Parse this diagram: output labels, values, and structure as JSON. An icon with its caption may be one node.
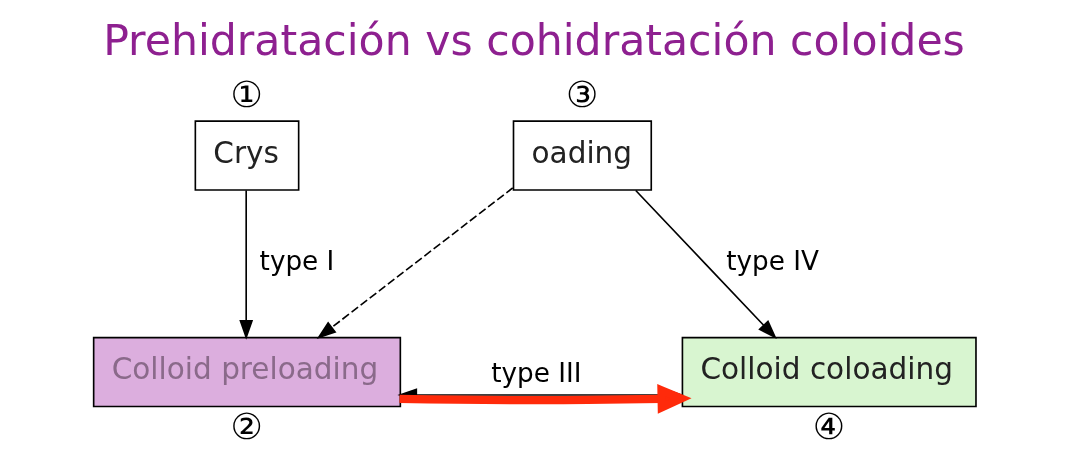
{
  "diagram": {
    "title": "Prehidratación vs cohidratación coloides",
    "nodes": [
      {
        "text": [
          "Crys"
        ],
        "beside": [
          "①"
        ]
      },
      {
        "text": [
          "oading"
        ],
        "beside": [
          "③"
        ]
      },
      {
        "text": [
          "Colloid preloading"
        ],
        "beside": [
          "②"
        ]
      },
      {
        "text": [
          "Colloid coloading"
        ],
        "beside": [
          "④"
        ]
      }
    ],
    "edges": [
      {
        "from": 0,
        "to": 2,
        "arrow": "to",
        "label": "type I"
      },
      {
        "from": 1,
        "to": 3,
        "arrow": "to",
        "label": "type IV"
      },
      {
        "from": 1,
        "to": 2,
        "arrow": "to",
        "style": "dashed"
      },
      {
        "from": 2,
        "to": 3,
        "arrow": "both",
        "label": "type III"
      },
      {
        "from": 2,
        "to": 3,
        "arrow": "to",
        "style": "thick",
        "color": "#ff2a0a"
      }
    ]
  }
}
